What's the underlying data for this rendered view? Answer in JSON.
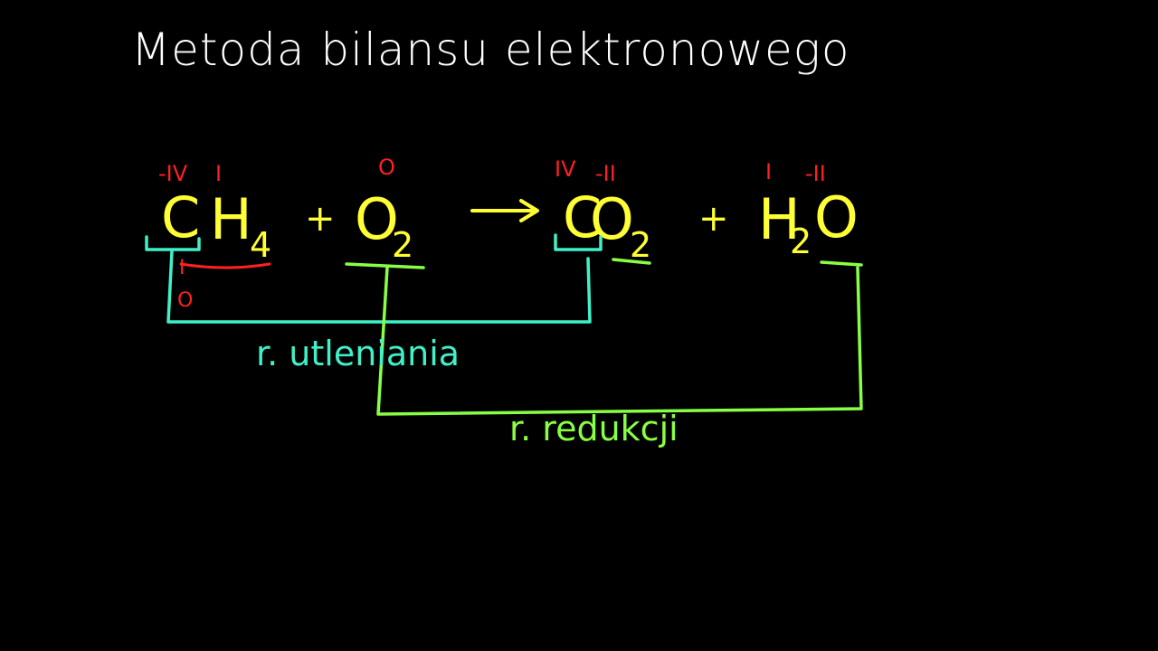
{
  "title": "Metoda bilansu elektronowego",
  "equation": {
    "ch4": {
      "c": "C",
      "h": "H",
      "sub": "4",
      "ox_c": "-IV",
      "ox_h": "I"
    },
    "plus1": "+",
    "o2": {
      "o": "O",
      "sub": "2",
      "ox_o": "O"
    },
    "co2": {
      "c": "C",
      "o": "O",
      "sub": "2",
      "ox_c": "IV",
      "ox_o": "-II"
    },
    "plus2": "+",
    "h2o": {
      "h": "H",
      "sub": "2",
      "o": "O",
      "ox_h": "I",
      "ox_o": "-II"
    }
  },
  "annotations": {
    "carbon_h_mark": "I",
    "carbon_zero_mark": "O",
    "oxidation_label": "r. utleniania",
    "reduction_label": "r. redukcji"
  },
  "colors": {
    "background": "#000000",
    "title": "#ffffff",
    "formula": "#ffff33",
    "oxidation_state": "#ff2020",
    "oxidation_bracket": "#40f0c8",
    "reduction_bracket": "#88ff44"
  }
}
